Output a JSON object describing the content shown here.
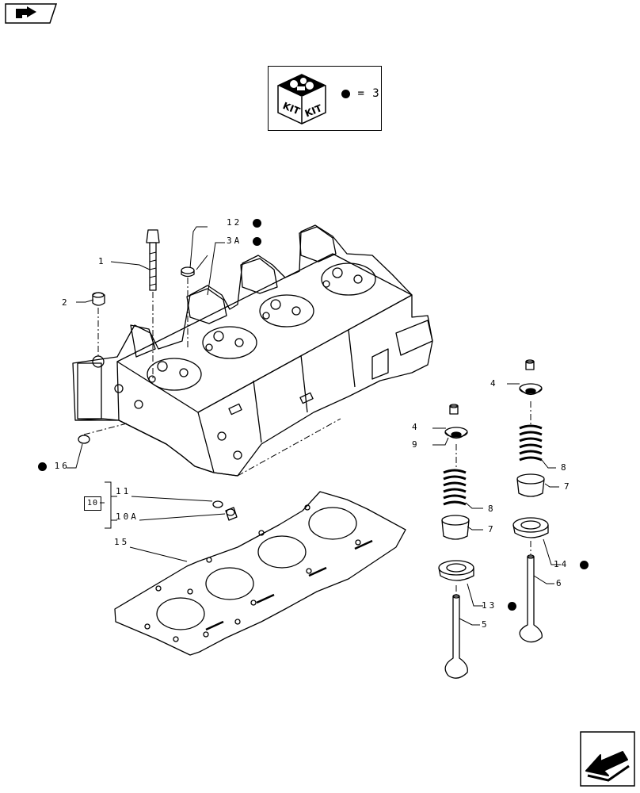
{
  "kit": {
    "label_left": "KIT",
    "label_right": "KIT",
    "note": "= 3"
  },
  "callouts": {
    "c1": "1",
    "c2": "2",
    "c3a": "3A",
    "c4a": "4",
    "c4b": "4",
    "c5": "5",
    "c6": "6",
    "c7a": "7",
    "c7b": "7",
    "c8a": "8",
    "c8b": "8",
    "c9": "9",
    "c10": "10",
    "c10a": "10A",
    "c11": "11",
    "c12": "12",
    "c13": "13",
    "c14": "14",
    "c15": "15",
    "c16": "16"
  },
  "icons": {
    "back": "nav-back-arrow-icon",
    "next": "nav-next-arrow-icon",
    "kit": "kit-box-icon",
    "bullet": "black-dot"
  }
}
